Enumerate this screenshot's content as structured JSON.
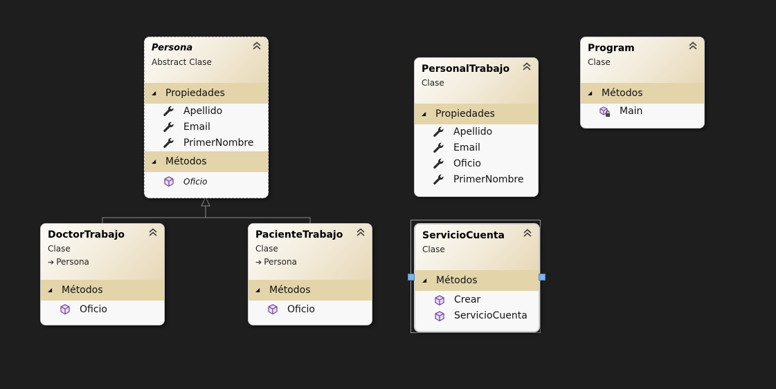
{
  "classes": {
    "persona": {
      "name": "Persona",
      "kind": "Abstract Clase",
      "sections": [
        {
          "label": "Propiedades",
          "items": [
            "Apellido",
            "Email",
            "PrimerNombre"
          ]
        },
        {
          "label": "Métodos",
          "items": [
            "Oficio"
          ]
        }
      ]
    },
    "personal_trabajo": {
      "name": "PersonalTrabajo",
      "kind": "Clase",
      "sections": [
        {
          "label": "Propiedades",
          "items": [
            "Apellido",
            "Email",
            "Oficio",
            "PrimerNombre"
          ]
        }
      ]
    },
    "program": {
      "name": "Program",
      "kind": "Clase",
      "sections": [
        {
          "label": "Métodos",
          "items": [
            "Main"
          ]
        }
      ]
    },
    "doctor_trabajo": {
      "name": "DoctorTrabajo",
      "kind": "Clase",
      "base": "Persona",
      "sections": [
        {
          "label": "Métodos",
          "items": [
            "Oficio"
          ]
        }
      ]
    },
    "paciente_trabajo": {
      "name": "PacienteTrabajo",
      "kind": "Clase",
      "base": "Persona",
      "sections": [
        {
          "label": "Métodos",
          "items": [
            "Oficio"
          ]
        }
      ]
    },
    "servicio_cuenta": {
      "name": "ServicioCuenta",
      "kind": "Clase",
      "sections": [
        {
          "label": "Métodos",
          "items": [
            "Crear",
            "ServicioCuenta"
          ]
        }
      ]
    }
  },
  "icons": {
    "property": "wrench-icon",
    "method": "method-cube-icon",
    "private_method": "method-cube-lock-icon",
    "collapse": "double-chevron-up-icon",
    "inheritance": "inheritance-arrow-icon"
  },
  "colors": {
    "background": "#1e1e1e",
    "section_header": "#e3d4aa",
    "method_icon": "#8a5aa8",
    "selection_handle": "#7fb2e8"
  }
}
